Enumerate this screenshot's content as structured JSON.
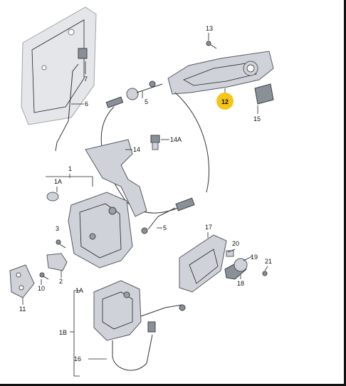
{
  "labels": {
    "p1": "1",
    "p1a_top": "1A",
    "p1a_mid": "1A",
    "p1b": "1B",
    "p2": "2",
    "p3": "3",
    "p5_top": "5",
    "p5_mid": "5",
    "p6": "6",
    "p7": "7",
    "p10": "10",
    "p11": "11",
    "p12": "12",
    "p13": "13",
    "p14": "14",
    "p14a": "14A",
    "p15": "15",
    "p16": "16",
    "p17": "17",
    "p18": "18",
    "p19": "19",
    "p20": "20",
    "p21": "21"
  },
  "colors": {
    "highlight": "#f5c518",
    "part_fill": "#cfd3d9",
    "outline": "#55595f"
  }
}
